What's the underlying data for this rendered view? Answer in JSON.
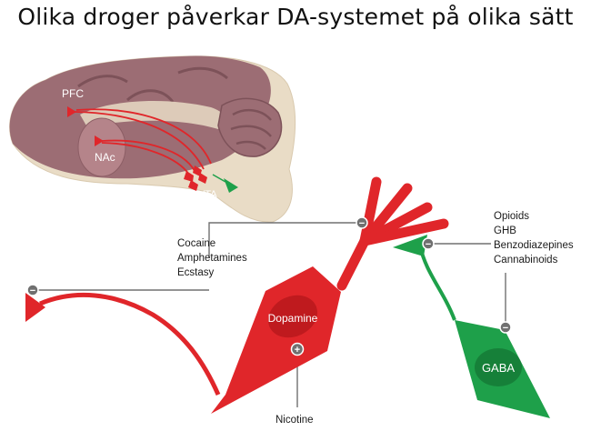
{
  "slide": {
    "title": "Olika droger påverkar DA-systemet på olika sätt"
  },
  "brain": {
    "pfc": "PFC",
    "nac": "NAc",
    "vta": "VTA"
  },
  "neurons": {
    "dopamine": "Dopamine",
    "gaba": "GABA"
  },
  "drug_groups": {
    "stimulants": [
      "Cocaine",
      "Amphetamines",
      "Ecstasy"
    ],
    "inhibitory": [
      "Opioids",
      "GHB",
      "Benzodiazepines",
      "Cannabinoids"
    ],
    "nicotine": "Nicotine"
  },
  "markers": {
    "inhibit": "−",
    "excite": "+"
  },
  "colors": {
    "red": "#e0262a",
    "green": "#1ea04a",
    "brain_light": "#e9dcc6",
    "brain_dark": "#9c6d74",
    "connector": "#707070"
  }
}
